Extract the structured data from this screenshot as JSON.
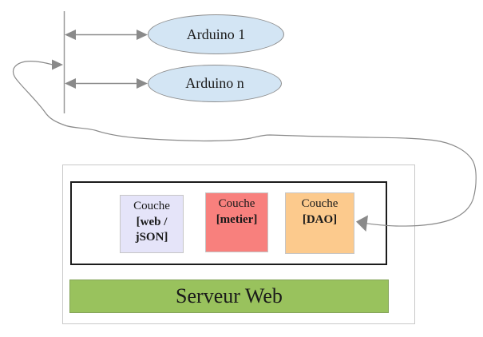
{
  "arduino_nodes": [
    {
      "label": "Arduino 1"
    },
    {
      "label": "Arduino n"
    }
  ],
  "server_box": {
    "bar_label": "Serveur Web",
    "layers": [
      {
        "line1": "Couche",
        "line2": "[web /",
        "line3": "jSON]",
        "bg": "#e5e4f9"
      },
      {
        "line1": "Couche",
        "line2": "[metier]",
        "bg": "#f8807d"
      },
      {
        "line1": "Couche",
        "line2": "[DAO]",
        "bg": "#fcca8d"
      }
    ]
  },
  "colors": {
    "ellipse_fill": "#d3e5f4",
    "green_bar": "#99c25d",
    "connector_gray": "#8a8a8a",
    "black_box_border": "#1c1c1c",
    "outer_box_border": "#c9c9c9"
  }
}
